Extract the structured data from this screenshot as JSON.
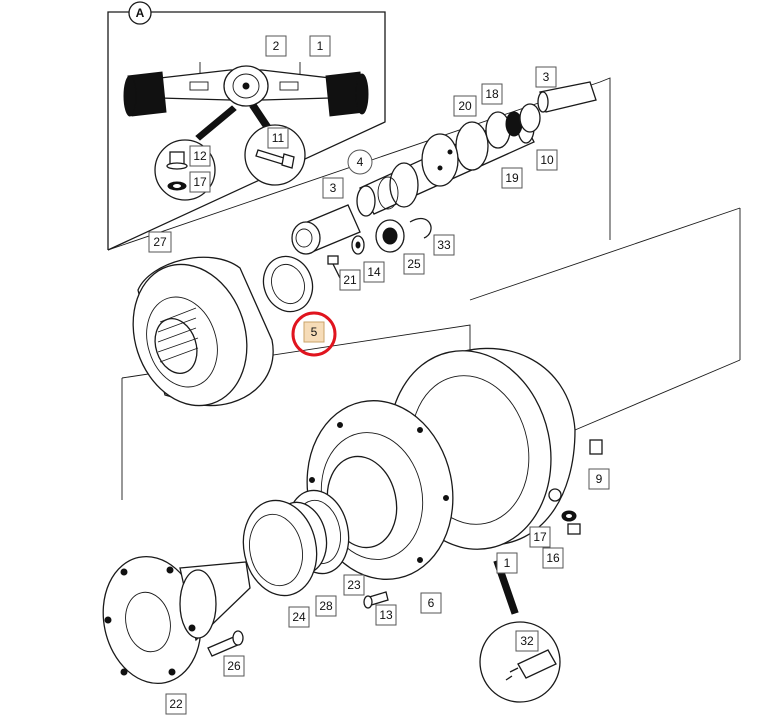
{
  "view_marker": "A",
  "highlight_color": "#e0141e",
  "highlighted_part": "5",
  "callouts": [
    "1",
    "2",
    "3",
    "3",
    "4",
    "5",
    "6",
    "9",
    "10",
    "11",
    "12",
    "13",
    "14",
    "16",
    "17",
    "17",
    "18",
    "19",
    "20",
    "21",
    "22",
    "23",
    "24",
    "25",
    "26",
    "27",
    "28",
    "32",
    "33",
    "1"
  ]
}
